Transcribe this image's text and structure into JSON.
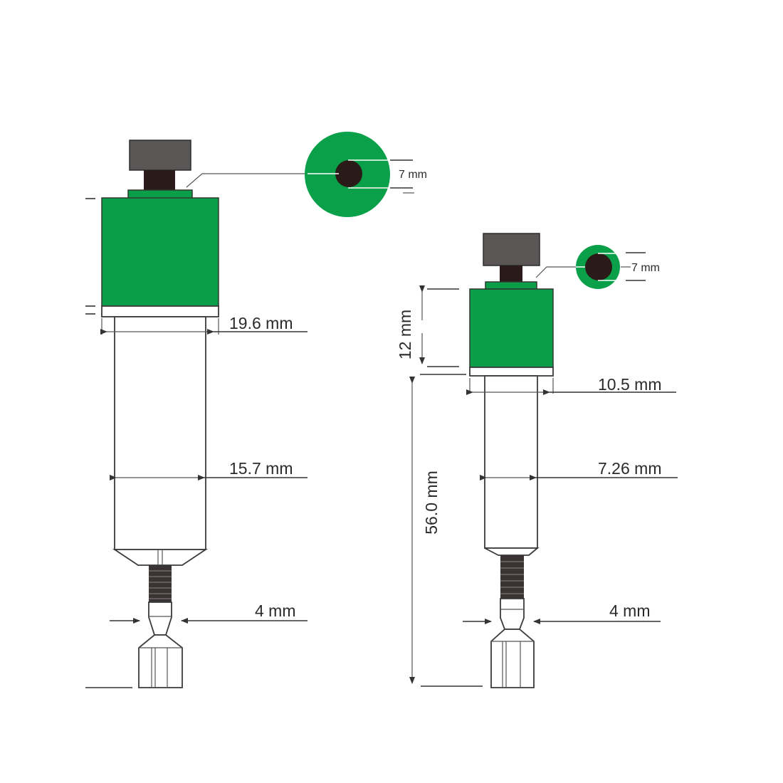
{
  "diagram": {
    "colors": {
      "green": "#0a9e48",
      "cap": "#5a5656",
      "stem": "#2b1a1a",
      "line": "#333333",
      "background": "#ffffff"
    },
    "large_part": {
      "cap_label": "7 mm",
      "head_width_label": "19.6 mm",
      "body_width_label": "15.7 mm",
      "tip_width_label": "4 mm"
    },
    "small_part": {
      "cap_label": "7 mm",
      "head_height_label": "12 mm",
      "head_width_label": "10.5 mm",
      "body_width_label": "7.26 mm",
      "tip_width_label": "4 mm",
      "total_length_label": "56.0 mm"
    }
  }
}
